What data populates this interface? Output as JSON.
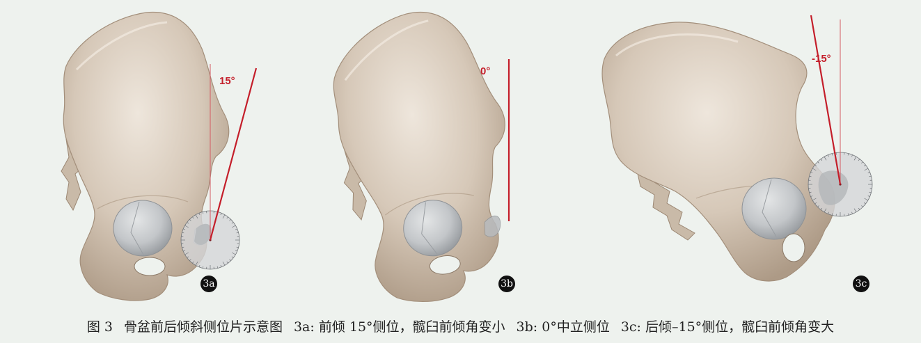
{
  "figure": {
    "panels": [
      {
        "badge": "3a",
        "angle_label": "15°"
      },
      {
        "badge": "3b",
        "angle_label": "0°"
      },
      {
        "badge": "3c",
        "angle_label": "-15°"
      }
    ],
    "caption": {
      "figure_number": "图 3",
      "title": "骨盆前后倾斜侧位片示意图",
      "items": [
        "3a: 前倾 15°侧位，髋臼前倾角变小",
        "3b: 0°中立侧位",
        "3c: 后倾–15°侧位，髋臼前倾角变大"
      ]
    }
  },
  "colors": {
    "background": "#eef2ee",
    "angle_line": "#c41e2a",
    "reference_line": "#d45a62",
    "badge": "#111111",
    "bone": "#d8ccbe"
  }
}
